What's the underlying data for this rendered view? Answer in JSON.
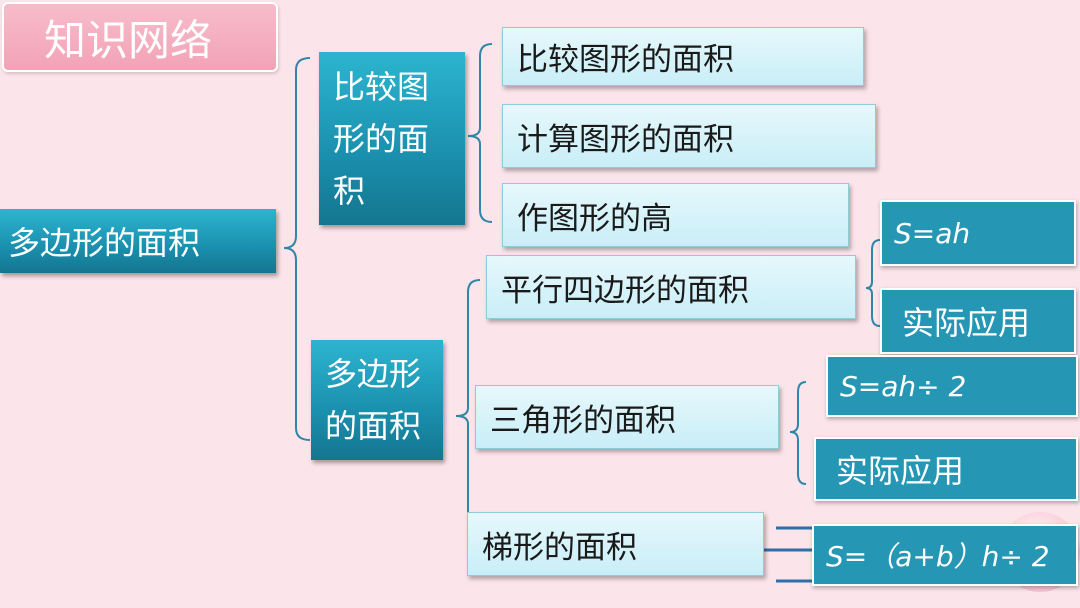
{
  "title": "知识网络",
  "root": "多边形的面积",
  "branch_compare": {
    "label_lines": [
      "比较图",
      "形的面",
      "积"
    ],
    "items": [
      "比较图形的面积",
      "计算图形的面积",
      "作图形的高"
    ]
  },
  "branch_polygon": {
    "label_lines": [
      "多边形",
      "的面积"
    ],
    "parallelogram": {
      "label": "平行四边形的面积",
      "formula": "S=ah",
      "application": "实际应用"
    },
    "triangle": {
      "label": "三角形的面积",
      "formula": "S=ah÷ 2",
      "application": "实际应用"
    },
    "trapezoid": {
      "label": "梯形的面积",
      "formula": "S=（a+b）h÷ 2"
    }
  },
  "colors": {
    "background": "#fbe4ea",
    "teal": "#1f9abb",
    "light_box": "#d9f3fa",
    "title_pink": "#f4aabd",
    "connector": "#2f86a6"
  }
}
